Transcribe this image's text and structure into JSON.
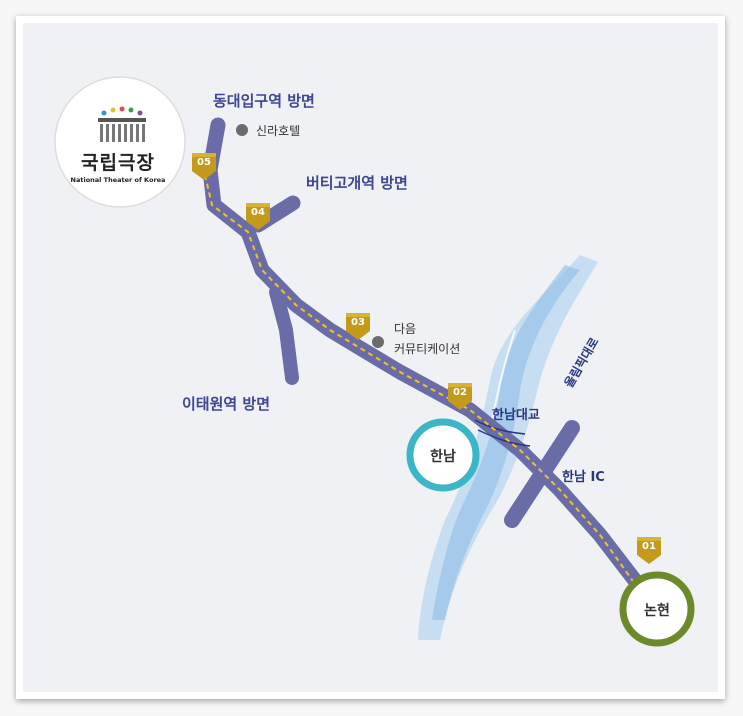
{
  "logo": {
    "title": "국립극장",
    "subtitle": "National Theater of Korea"
  },
  "directions": {
    "dongdaeipgu": "동대입구역 방면",
    "beotigogae": "버티고개역 방면",
    "itaewon": "이태원역 방면"
  },
  "points_of_interest": {
    "shilla": "신라호텔",
    "daum_line1": "다음",
    "daum_line2": "커뮤티케이션"
  },
  "roads": {
    "hannam_bridge": "한남대교",
    "olympic_road": "올림픽대로",
    "hannam_ic": "한남 IC"
  },
  "markers": [
    "01",
    "02",
    "03",
    "04",
    "05"
  ],
  "stations": {
    "hannam": "한남",
    "nonhyeon": "논현"
  },
  "colors": {
    "road": "#6a6ca8",
    "route_dash": "#f3c21b",
    "marker": "#c49a1c",
    "river": "#a9cbe9",
    "hannam_ring": "#3bb6c6",
    "nonhyeon_ring": "#6d8a2a",
    "direction_text": "#3d4594"
  }
}
